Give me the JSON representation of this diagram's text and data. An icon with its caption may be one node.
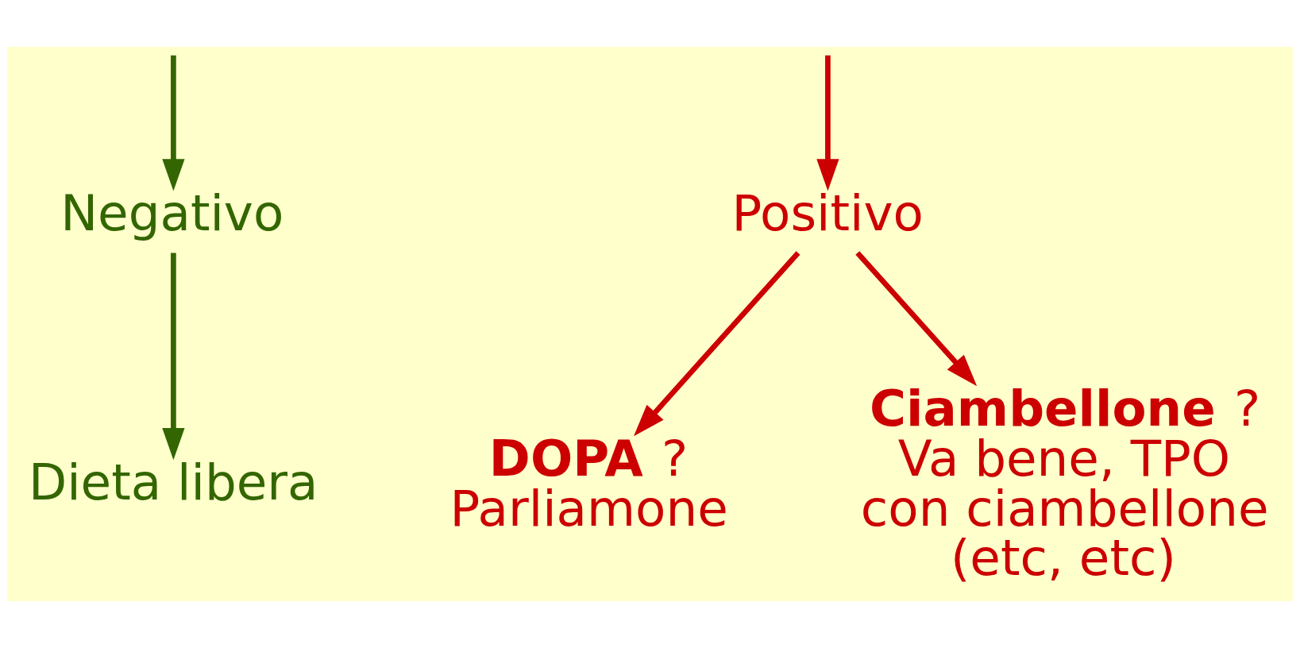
{
  "diagram": {
    "nodes": [
      {
        "text": [
          "Negativo"
        ]
      },
      {
        "text": [
          "Positivo"
        ]
      },
      {
        "text": [
          "Dieta libera"
        ]
      },
      {
        "text": [
          "**DOPA** ?",
          "Parliamone"
        ]
      },
      {
        "text": [
          "**Ciambellone** ?",
          "Va bene, TPO con ciambellone (etc, etc)"
        ]
      }
    ],
    "edges": [
      {
        "from": null,
        "to": 0,
        "arrow": "to",
        "color": "#336600"
      },
      {
        "from": null,
        "to": 1,
        "arrow": "to"
      },
      {
        "from": 0,
        "to": 2,
        "arrow": "to",
        "color": "#336600"
      },
      {
        "from": 1,
        "to": 3,
        "arrow": "to"
      },
      {
        "from": 1,
        "to": 4,
        "arrow": "to"
      }
    ]
  }
}
